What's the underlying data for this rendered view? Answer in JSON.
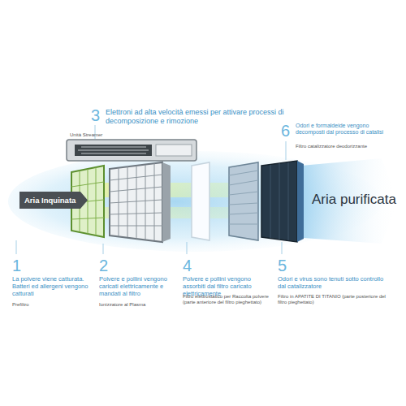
{
  "diagram": {
    "nodes": [
      {
        "text": [
          "Aria Inquinata"
        ]
      }
    ],
    "labels": [
      "3",
      "Elettroni ad alta velocità emessi per attivare processi di decomposizione e rimozione",
      "Unità Streamer",
      "6",
      "Odori e formaldeide vengono decomposti dal processo di catalisi",
      "Filtro catalizzatore deodorizzante",
      "Aria purificata",
      "1",
      "La polvere viene catturata. Batteri ed allergeni vengono catturati",
      "Prefiltro",
      "2",
      "Polvere e pollini vengono caricati elettricamente e mandati al filtro",
      "Ionizzatore al Plasma",
      "4",
      "Polvere e pollini vengono assorbiti dal filtro caricato elettricamente",
      "Filtro elettrostatico per Raccolta polvere (parte anteriore del filtro pieghettato)",
      "5",
      "Odori e virus sono tenuti sotto controllo dal catalizzatore",
      "Filtro in APATITE DI TITANIO (parte posteriore del filtro pieghettato)"
    ]
  }
}
